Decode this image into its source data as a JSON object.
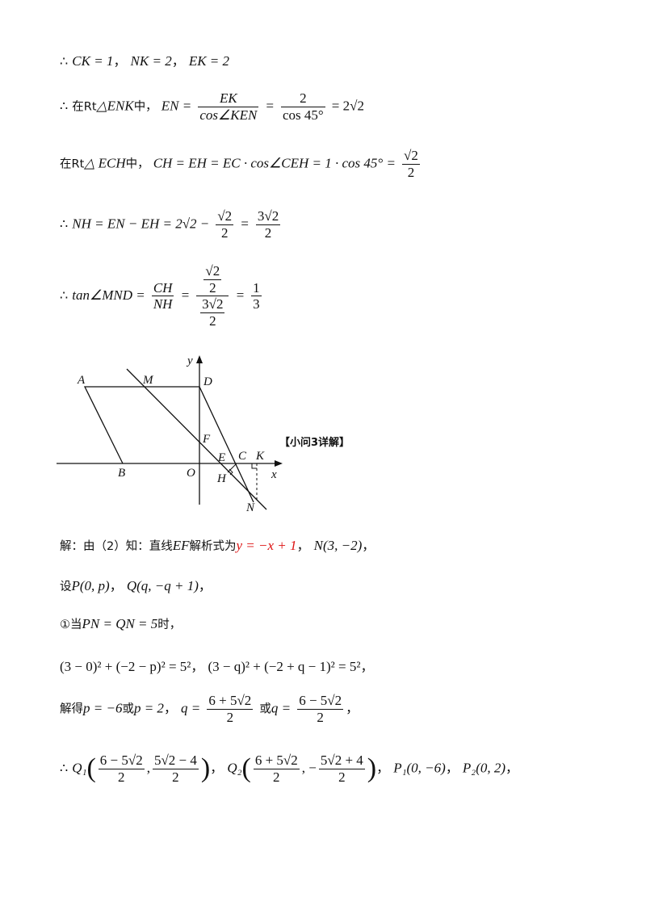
{
  "lines": {
    "l1": {
      "therefore": "∴",
      "ck": "CK = 1",
      "nk": "NK = 2",
      "ek": "EK = 2",
      "comma": "，"
    },
    "l2": {
      "therefore": "∴",
      "prefix": "在Rt",
      "tri": "△ENK",
      "mid": "中，",
      "lhs": "EN =",
      "f1_num": "EK",
      "f1_den": "cos∠KEN",
      "eq1": "=",
      "f2_num": "2",
      "f2_den": "cos 45°",
      "eq2": "= 2√2"
    },
    "l3": {
      "prefix": "在Rt",
      "tri": "△ ECH",
      "mid": "中，",
      "expr": "CH = EH = EC · cos∠CEH = 1 · cos 45° =",
      "f_num": "√2",
      "f_den": "2"
    },
    "l4": {
      "therefore": "∴",
      "expr": "NH = EN − EH = 2√2 −",
      "f1_num": "√2",
      "f1_den": "2",
      "eq": "=",
      "f2_num": "3√2",
      "f2_den": "2"
    },
    "l5": {
      "therefore": "∴",
      "lhs": "tan∠MND =",
      "f1_num": "CH",
      "f1_den": "NH",
      "eq1": "=",
      "f2_num_num": "√2",
      "f2_num_den": "2",
      "f2_den_num": "3√2",
      "f2_den_den": "2",
      "eq2": "=",
      "f3_num": "1",
      "f3_den": "3"
    },
    "l6": {
      "prefix": "解：由（2）知：直线",
      "ef": "EF",
      "mid": "解析式为",
      "red": "y = −x + 1",
      "comma": "，",
      "n": "N(3, −2)",
      "end": "，"
    },
    "l7": {
      "prefix": "设",
      "p": "P(0, p)",
      "comma": "，",
      "q": "Q(q, −q + 1)",
      "end": "，"
    },
    "l8": {
      "prefix": "①当",
      "expr": "PN = QN = 5",
      "end": "时，"
    },
    "l9": {
      "eq1": "(3 − 0)² + (−2 − p)² = 5²",
      "comma": "，",
      "eq2": "(3 − q)² + (−2 + q − 1)² = 5²",
      "end": "，"
    },
    "l10": {
      "prefix": "解得",
      "p1": "p = −6",
      "or1": "或",
      "p2": "p = 2",
      "comma": "，",
      "q": "q =",
      "f1_num": "6 + 5√2",
      "f1_den": "2",
      "or2": "或",
      "q2": "q =",
      "f2_num": "6 − 5√2",
      "f2_den": "2",
      "end": "，"
    },
    "l11": {
      "therefore": "∴",
      "q1": "Q₁",
      "a_num": "6 − 5√2",
      "a_den": "2",
      "sep1": ",",
      "b_num": "5√2 − 4",
      "b_den": "2",
      "comma1": "，",
      "q2": "Q₂",
      "c_num": "6 + 5√2",
      "c_den": "2",
      "sep2": ", −",
      "d_num": "5√2 + 4",
      "d_den": "2",
      "comma2": "，",
      "p1": "P₁(0, −6)",
      "comma3": "，",
      "p2": "P₂(0, 2)",
      "end": "，"
    }
  },
  "figure": {
    "labels": {
      "y": "y",
      "x": "x",
      "A": "A",
      "M": "M",
      "D": "D",
      "F": "F",
      "E": "E",
      "C": "C",
      "K": "K",
      "B": "B",
      "O": "O",
      "H": "H",
      "N": "N"
    },
    "tag": "【小问3详解】"
  }
}
